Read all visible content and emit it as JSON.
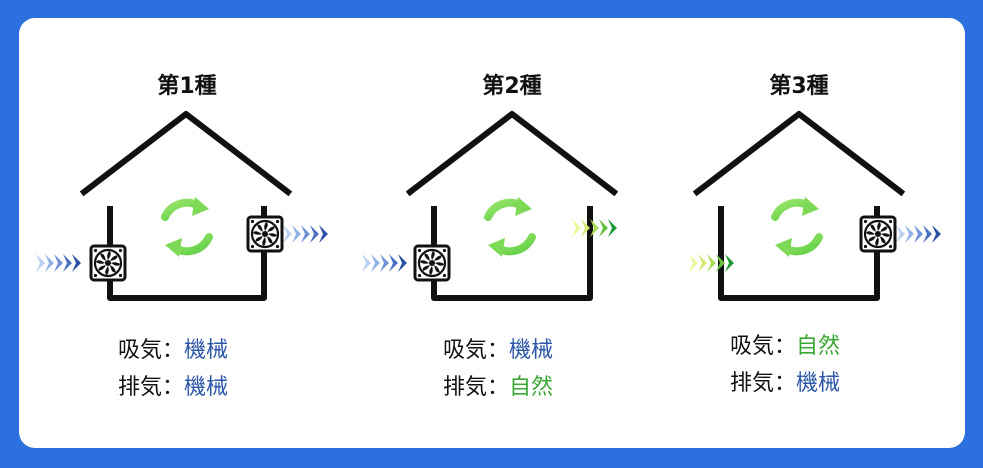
{
  "colors": {
    "background": "#2e6fe0",
    "card": "#ffffff",
    "house": "#111111",
    "mechanical": "#2b56a8",
    "natural": "#3aa834",
    "cycle": "#7ed957"
  },
  "separator": "：",
  "types": [
    {
      "title": "第1種",
      "supply_label": "吸気",
      "supply_value": "機械",
      "supply_kind": "mechanical",
      "exhaust_label": "排気",
      "exhaust_value": "機械",
      "exhaust_kind": "mechanical"
    },
    {
      "title": "第2種",
      "supply_label": "吸気",
      "supply_value": "機械",
      "supply_kind": "mechanical",
      "exhaust_label": "排気",
      "exhaust_value": "自然",
      "exhaust_kind": "natural"
    },
    {
      "title": "第3種",
      "supply_label": "吸気",
      "supply_value": "自然",
      "supply_kind": "natural",
      "exhaust_label": "排気",
      "exhaust_value": "機械",
      "exhaust_kind": "mechanical"
    }
  ]
}
